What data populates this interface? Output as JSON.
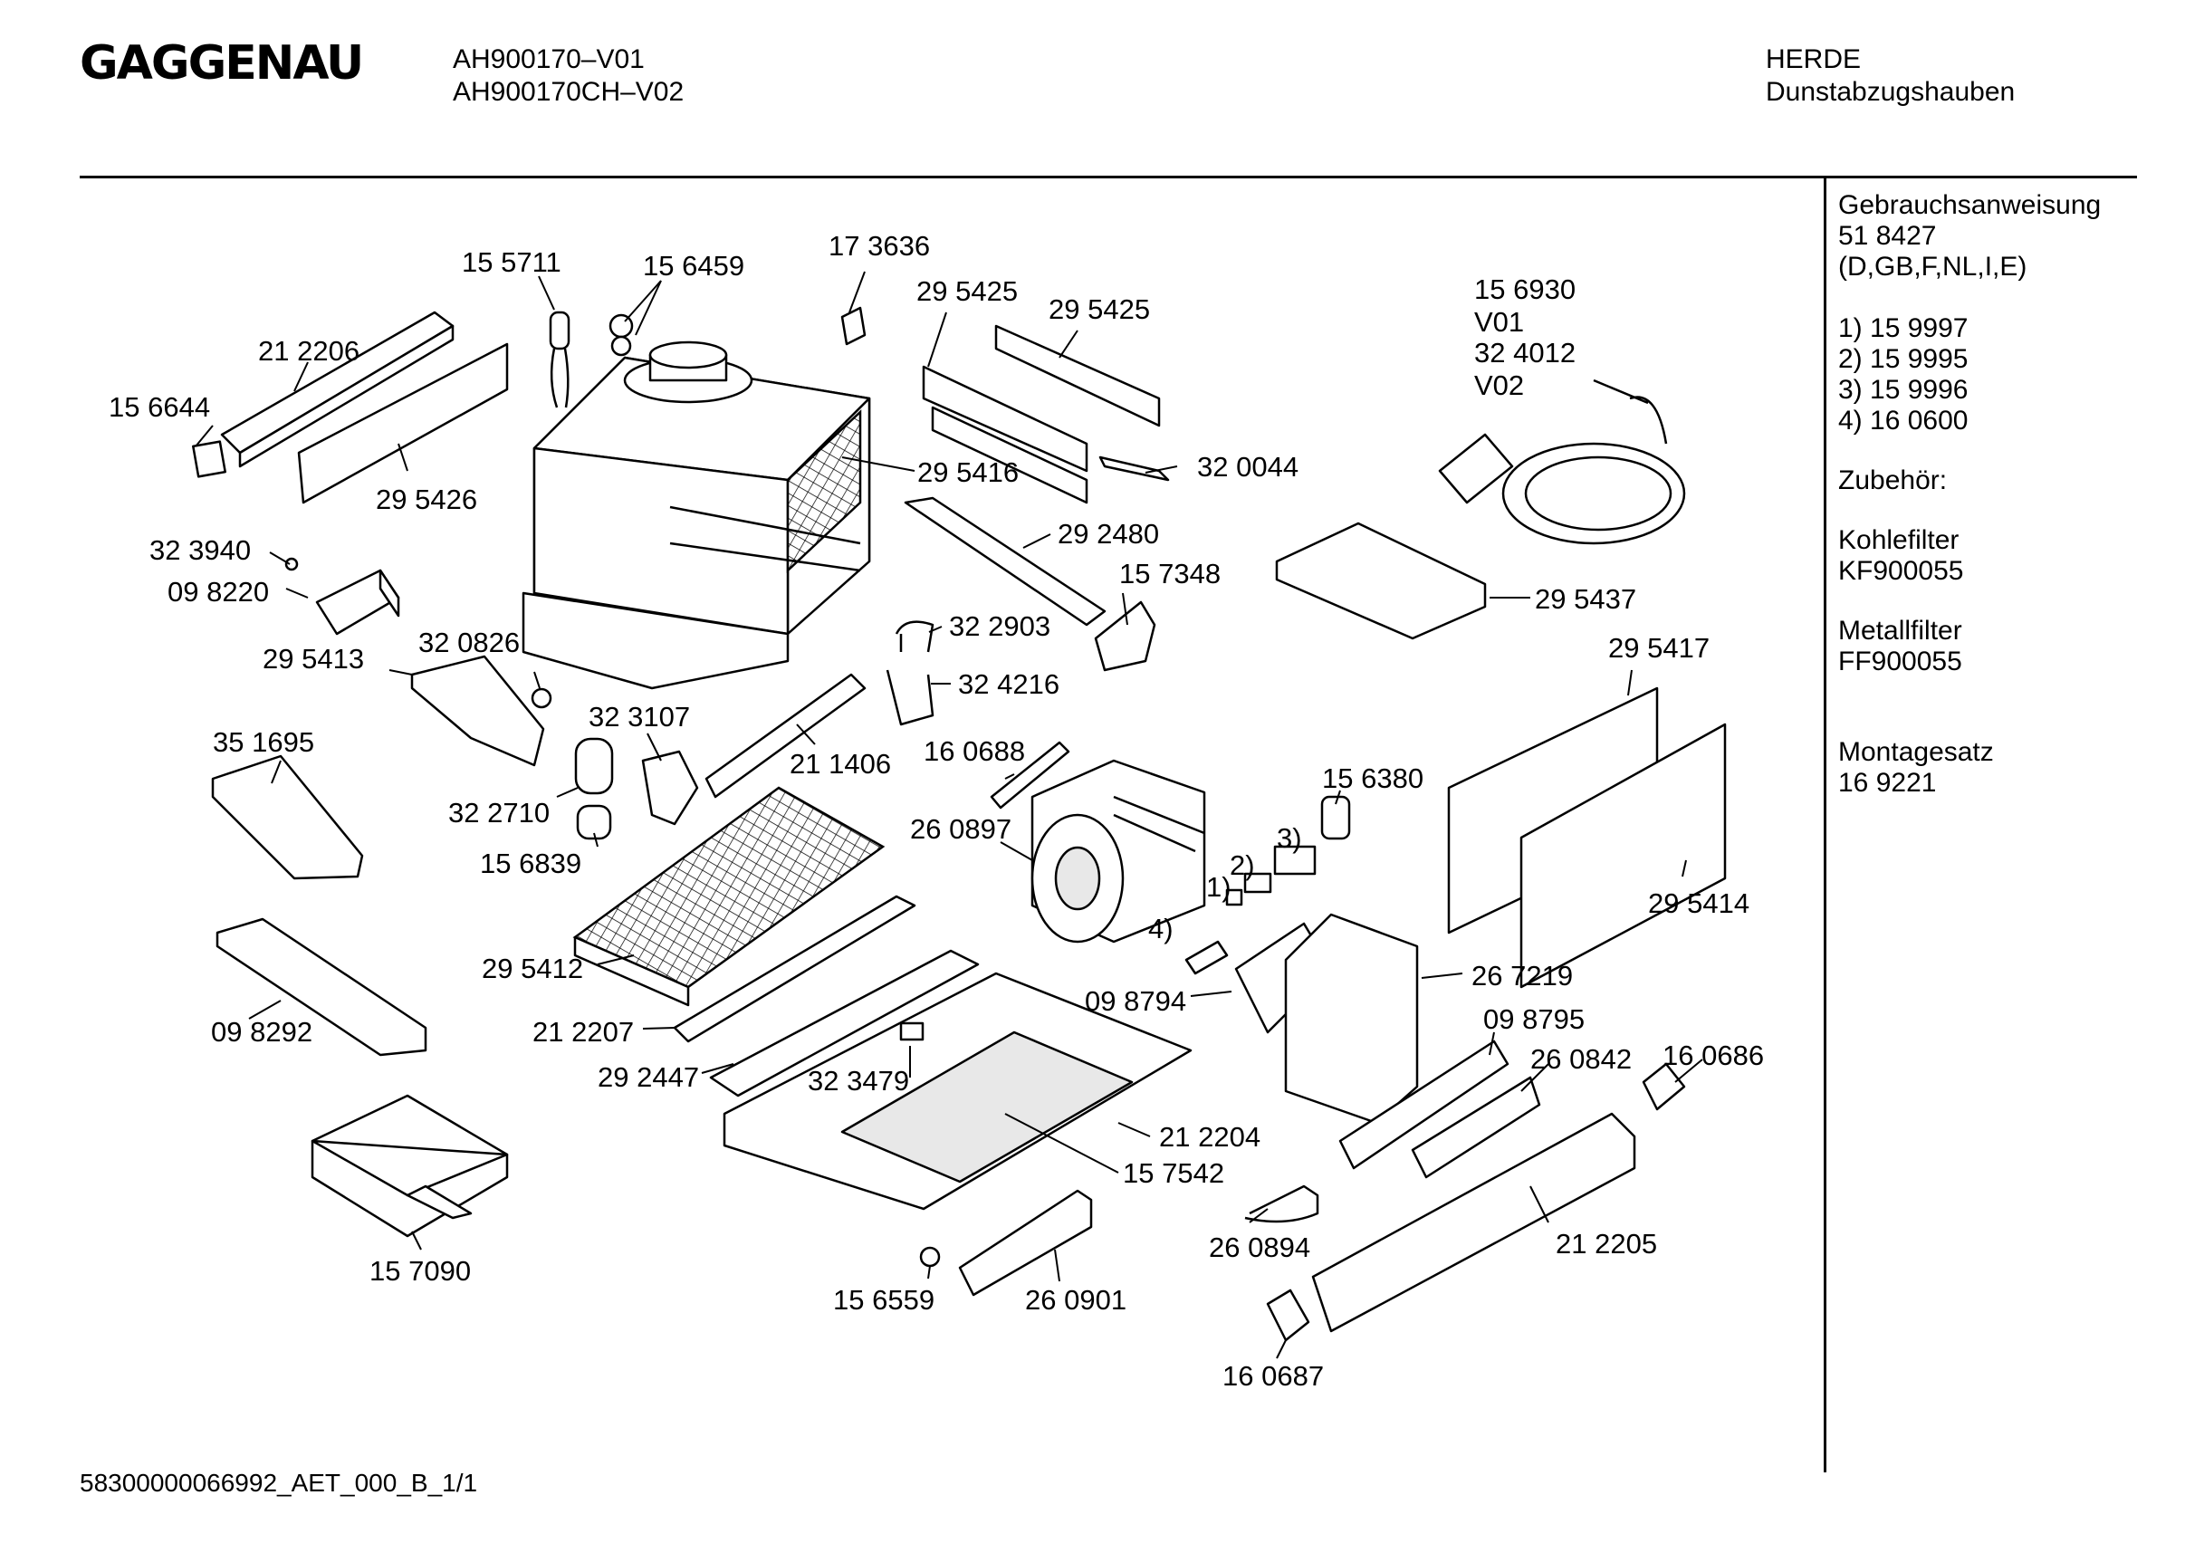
{
  "brand": "GAGGENAU",
  "header": {
    "model_line1": "AH900170–V01",
    "model_line2": "AH900170CH–V02",
    "category_line1": "HERDE",
    "category_line2": "Dunstabzugshauben"
  },
  "sidebar": {
    "manual_title": "Gebrauchsanweisung",
    "manual_number": "51 8427",
    "manual_languages": "(D,GB,F,NL,I,E)",
    "numbered_parts": [
      "1) 15 9997",
      "2) 15 9995",
      "3) 15 9996",
      "4) 16 0600"
    ],
    "accessories_title": "Zubehör:",
    "carbon_filter_title": "Kohlefilter",
    "carbon_filter_code": "KF900055",
    "metal_filter_title": "Metallfilter",
    "metal_filter_code": "FF900055",
    "mounting_kit_title": "Montagesatz",
    "mounting_kit_code": "16 9221"
  },
  "part_labels": {
    "p155711": "15 5711",
    "p156459": "15 6459",
    "p173636": "17 3636",
    "p295425a": "29 5425",
    "p295425b": "29 5425",
    "p212206": "21 2206",
    "p156644": "15 6644",
    "p295426": "29 5426",
    "p295416": "29 5416",
    "p320044": "32 0044",
    "p156930": "15 6930",
    "v01": "V01",
    "p324012": "32 4012",
    "v02": "V02",
    "p323940": "32 3940",
    "p098220": "09 8220",
    "p292480": "29 2480",
    "p157348": "15 7348",
    "p295437": "29 5437",
    "p295413": "29 5413",
    "p320826": "32 0826",
    "p322903": "32 2903",
    "p324216": "32 4216",
    "p295417": "29 5417",
    "p351695": "35 1695",
    "p323107": "32 3107",
    "p211406": "21 1406",
    "p160688": "16 0688",
    "p322710": "32 2710",
    "p260897": "26 0897",
    "p156380": "15 6380",
    "p156839": "15 6839",
    "n3": "3)",
    "n2": "2)",
    "n1": "1)",
    "p295414": "29 5414",
    "n4": "4)",
    "p295412": "29 5412",
    "p267219": "26 7219",
    "p098292": "09 8292",
    "p212207": "21 2207",
    "p098794": "09 8794",
    "p098795": "09 8795",
    "p292447": "29 2447",
    "p323479": "32 3479",
    "p260842": "26 0842",
    "p160686": "16 0686",
    "p212204": "21 2204",
    "p157542": "15 7542",
    "p260894": "26 0894",
    "p212205": "21 2205",
    "p157090": "15 7090",
    "p156559": "15 6559",
    "p260901": "26 0901",
    "p160687": "16 0687"
  },
  "footer": "58300000066992_AET_000_B_1/1"
}
